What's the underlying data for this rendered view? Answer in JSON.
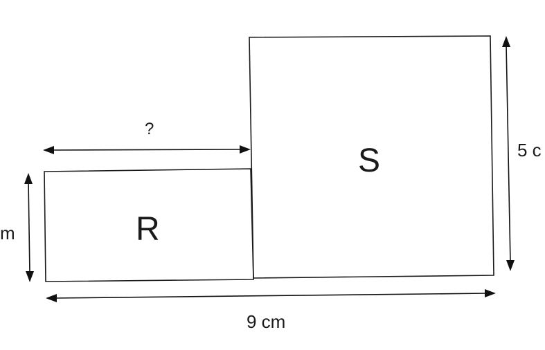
{
  "diagram": {
    "labels": {
      "rect_r": "R",
      "square_s": "S",
      "unknown_width": "?",
      "total_width": "9 cm",
      "s_height": "5 c",
      "r_height": "m"
    }
  }
}
